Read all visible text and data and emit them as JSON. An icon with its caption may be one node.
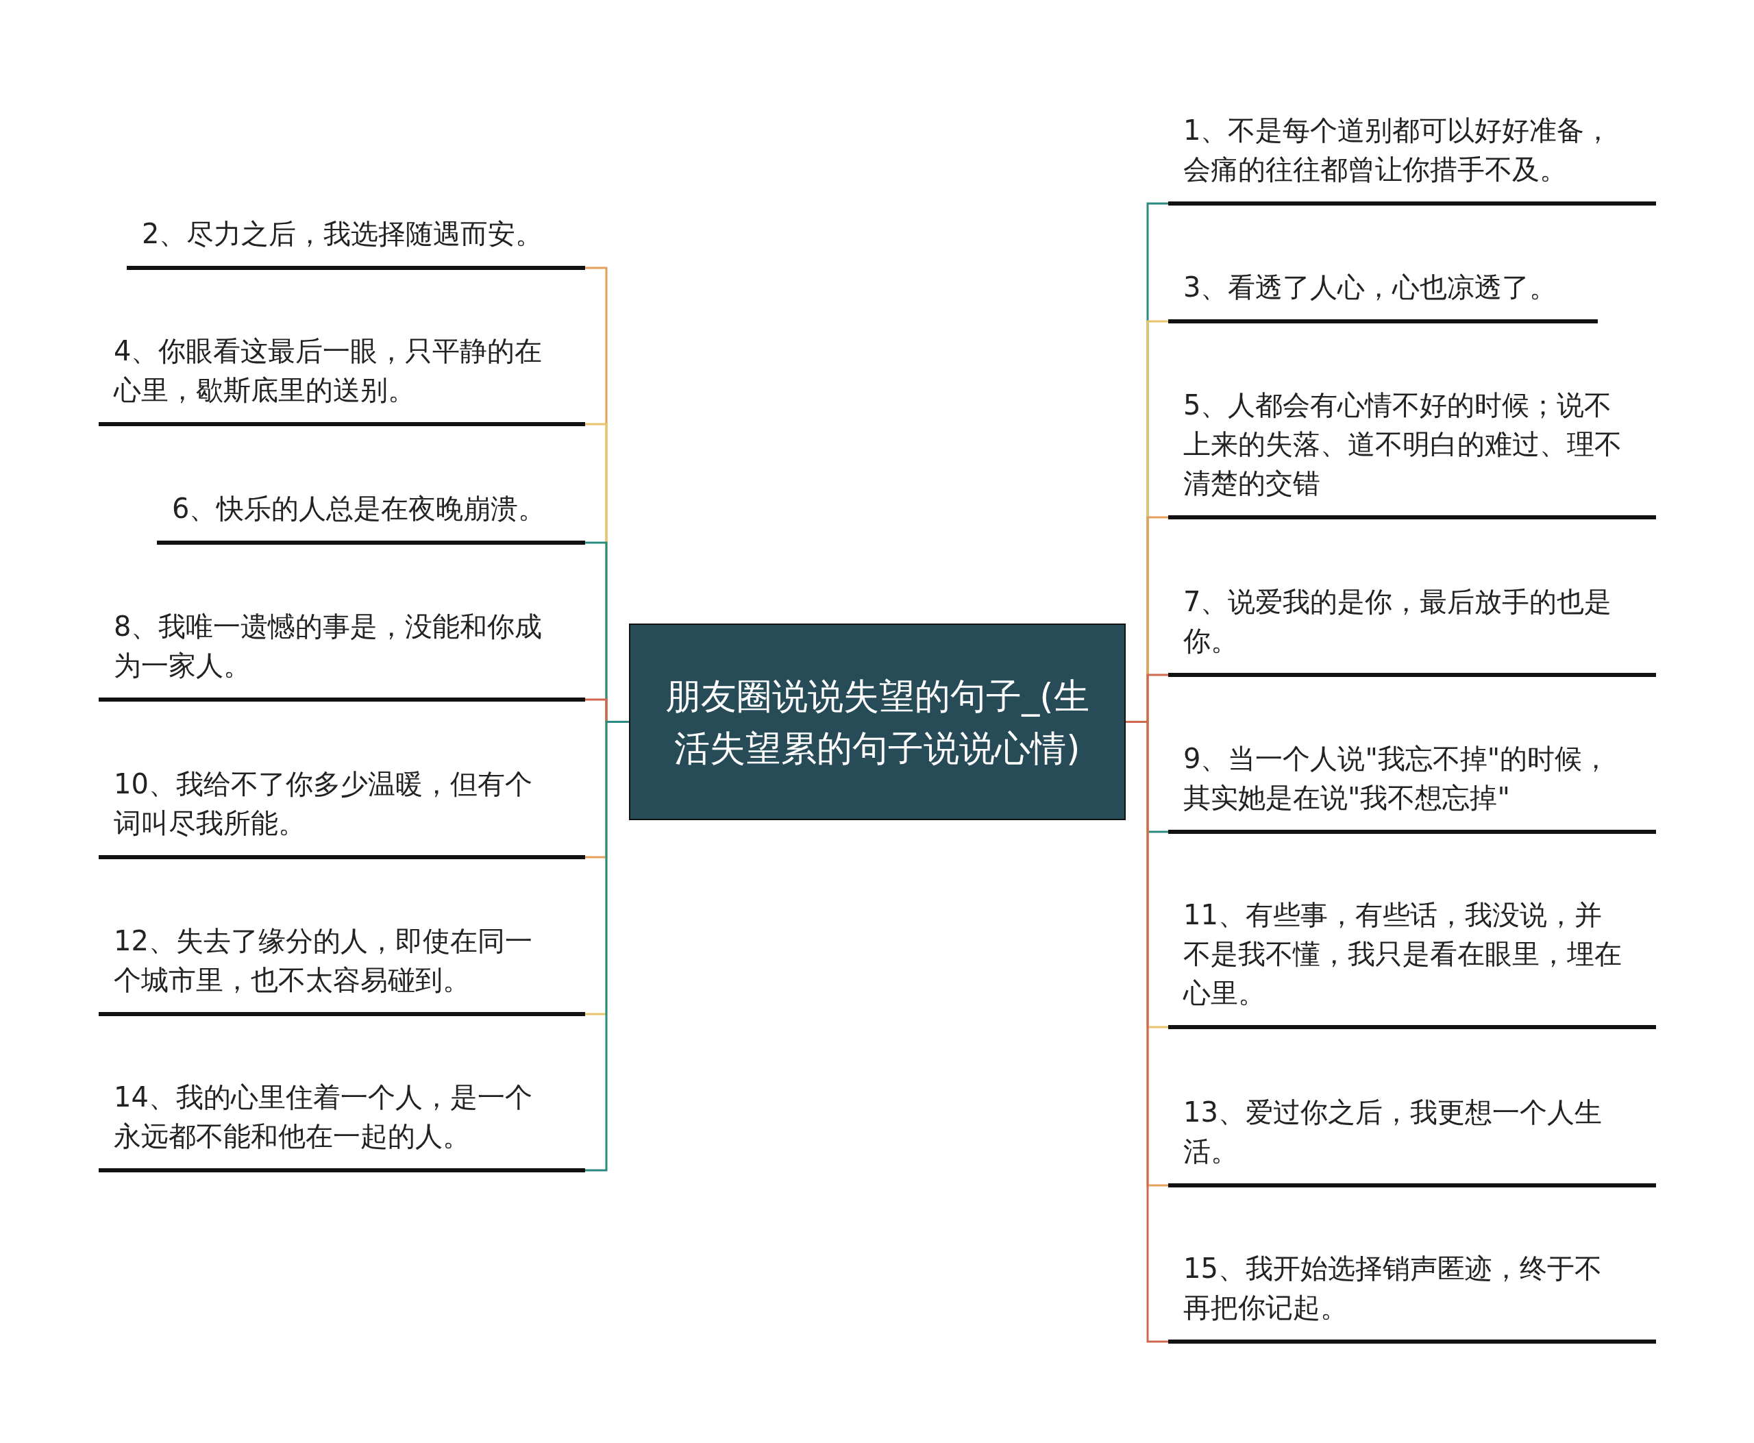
{
  "diagram": {
    "nodes": [
      {
        "text": [
          "朋友圈说说失望的句子_(生活失望累的句子说说心情)"
        ]
      },
      {
        "text": [
          "1、不是每个道别都可以好好准备，会痛的往往都曾让你措手不及。"
        ]
      },
      {
        "text": [
          "2、尽力之后，我选择随遇而安。"
        ]
      },
      {
        "text": [
          "3、看透了人心，心也凉透了。"
        ]
      },
      {
        "text": [
          "4、你眼看这最后一眼，只平静的在心里，歇斯底里的送别。"
        ]
      },
      {
        "text": [
          "5、人都会有心情不好的时候；说不上来的失落、道不明白的难过、理不清楚的交错"
        ]
      },
      {
        "text": [
          "6、快乐的人总是在夜晚崩溃。"
        ]
      },
      {
        "text": [
          "7、说爱我的是你，最后放手的也是你。"
        ]
      },
      {
        "text": [
          "8、我唯一遗憾的事是，没能和你成为一家人。"
        ]
      },
      {
        "text": [
          "9、当一个人说\"我忘不掉\"的时候，其实她是在说\"我不想忘掉\""
        ]
      },
      {
        "text": [
          "10、我给不了你多少温暖，但有个词叫尽我所能。"
        ]
      },
      {
        "text": [
          "11、有些事，有些话，我没说，并不是我不懂，我只是看在眼里，埋在心里。"
        ]
      },
      {
        "text": [
          "12、失去了缘分的人，即使在同一个城市里，也不太容易碰到。"
        ]
      },
      {
        "text": [
          "13、爱过你之后，我更想一个人生活。"
        ]
      },
      {
        "text": [
          "14、我的心里住着一个人，是一个永远都不能和他在一起的人。"
        ]
      },
      {
        "text": [
          "15、我开始选择销声匿迹，终于不再把你记起。"
        ]
      }
    ],
    "edges": [
      {
        "from": 0,
        "to": 1,
        "arrow": "none",
        "color": "#2a8a80"
      },
      {
        "from": 0,
        "to": 2,
        "arrow": "none",
        "color": "#e4a05a"
      },
      {
        "from": 0,
        "to": 3,
        "arrow": "none",
        "color": "#e8c56a"
      },
      {
        "from": 0,
        "to": 4,
        "arrow": "none",
        "color": "#e8c56a"
      },
      {
        "from": 0,
        "to": 5,
        "arrow": "none",
        "color": "#e4a05a"
      },
      {
        "from": 0,
        "to": 6,
        "arrow": "none",
        "color": "#2a8a80"
      },
      {
        "from": 0,
        "to": 7,
        "arrow": "none",
        "color": "#d0694e"
      },
      {
        "from": 0,
        "to": 8,
        "arrow": "none",
        "color": "#d0694e"
      },
      {
        "from": 0,
        "to": 9,
        "arrow": "none",
        "color": "#2a8a80"
      },
      {
        "from": 0,
        "to": 10,
        "arrow": "none",
        "color": "#e4a05a"
      },
      {
        "from": 0,
        "to": 11,
        "arrow": "none",
        "color": "#e8c56a"
      },
      {
        "from": 0,
        "to": 12,
        "arrow": "none",
        "color": "#e8c56a"
      },
      {
        "from": 0,
        "to": 13,
        "arrow": "none",
        "color": "#e4a05a"
      },
      {
        "from": 0,
        "to": 14,
        "arrow": "none",
        "color": "#2a8a80"
      },
      {
        "from": 0,
        "to": 15,
        "arrow": "none",
        "color": "#d0694e"
      }
    ]
  }
}
